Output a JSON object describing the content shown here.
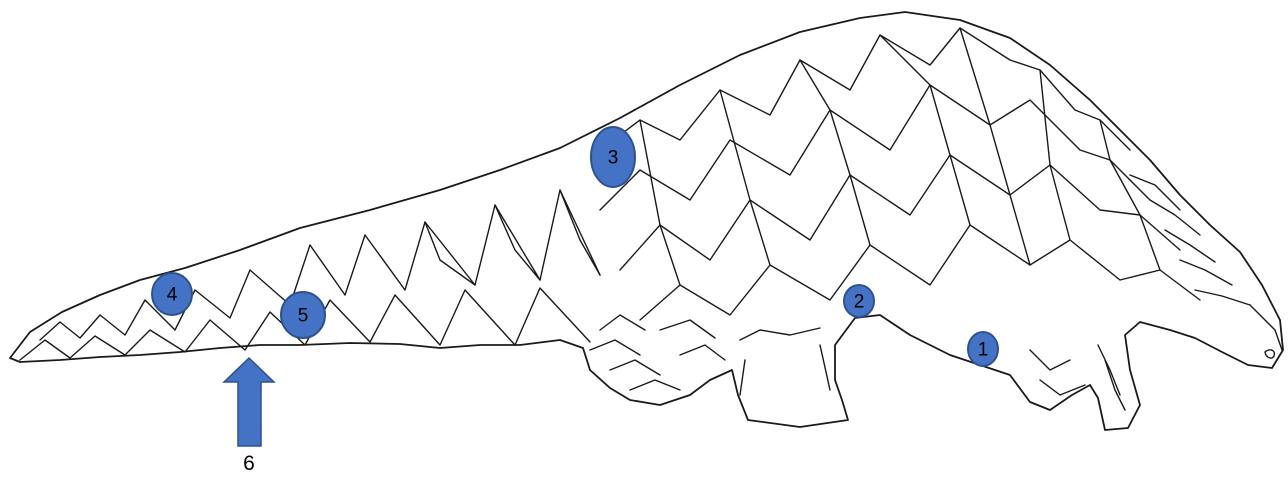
{
  "markers": [
    {
      "id": "1",
      "label": "1"
    },
    {
      "id": "2",
      "label": "2"
    },
    {
      "id": "3",
      "label": "3"
    },
    {
      "id": "4",
      "label": "4"
    },
    {
      "id": "5",
      "label": "5"
    }
  ],
  "arrow": {
    "label": "6"
  },
  "colors": {
    "marker_fill": "#4472c4",
    "marker_stroke": "#2f528f",
    "line": "#1a1a1a",
    "background": "#ffffff"
  }
}
